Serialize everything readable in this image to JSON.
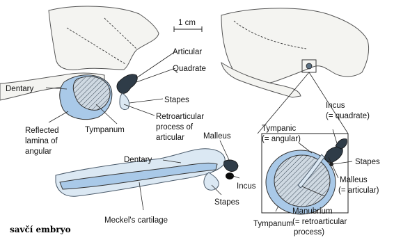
{
  "scale_bar": {
    "label": "1 cm"
  },
  "labels": {
    "articular_top": "Articular",
    "quadrate_top": "Quadrate",
    "dentary_left": "Dentary",
    "stapes_top": "Stapes",
    "retro_1": "Retroarticular",
    "retro_2": "process of",
    "retro_3": "articular",
    "reflected_1": "Reflected",
    "reflected_2": "lamina of",
    "reflected_3": "angular",
    "tympanum_left": "Tympanum",
    "malleus_mid": "Malleus",
    "dentary_mid": "Dentary",
    "incus_mid": "Incus",
    "stapes_mid": "Stapes",
    "meckel": "Meckel's cartilage",
    "incus_right_1": "Incus",
    "incus_right_2": "(= quadrate)",
    "tympanic_1": "Tympanic",
    "tympanic_2": "(= angular)",
    "stapes_right": "Stapes",
    "malleus_right_1": "Malleus",
    "malleus_right_2": "(= articular)",
    "manubrium_1": "Manubrium",
    "manubrium_2": "(= retroarticular",
    "manubrium_3": "process)",
    "tympanum_right": "Tympanum"
  },
  "caption": "savčí embryo",
  "colors": {
    "blue": "#a9c9e8",
    "pale_blue": "#dbe8f3",
    "dark_bone": "#2f3c48"
  }
}
